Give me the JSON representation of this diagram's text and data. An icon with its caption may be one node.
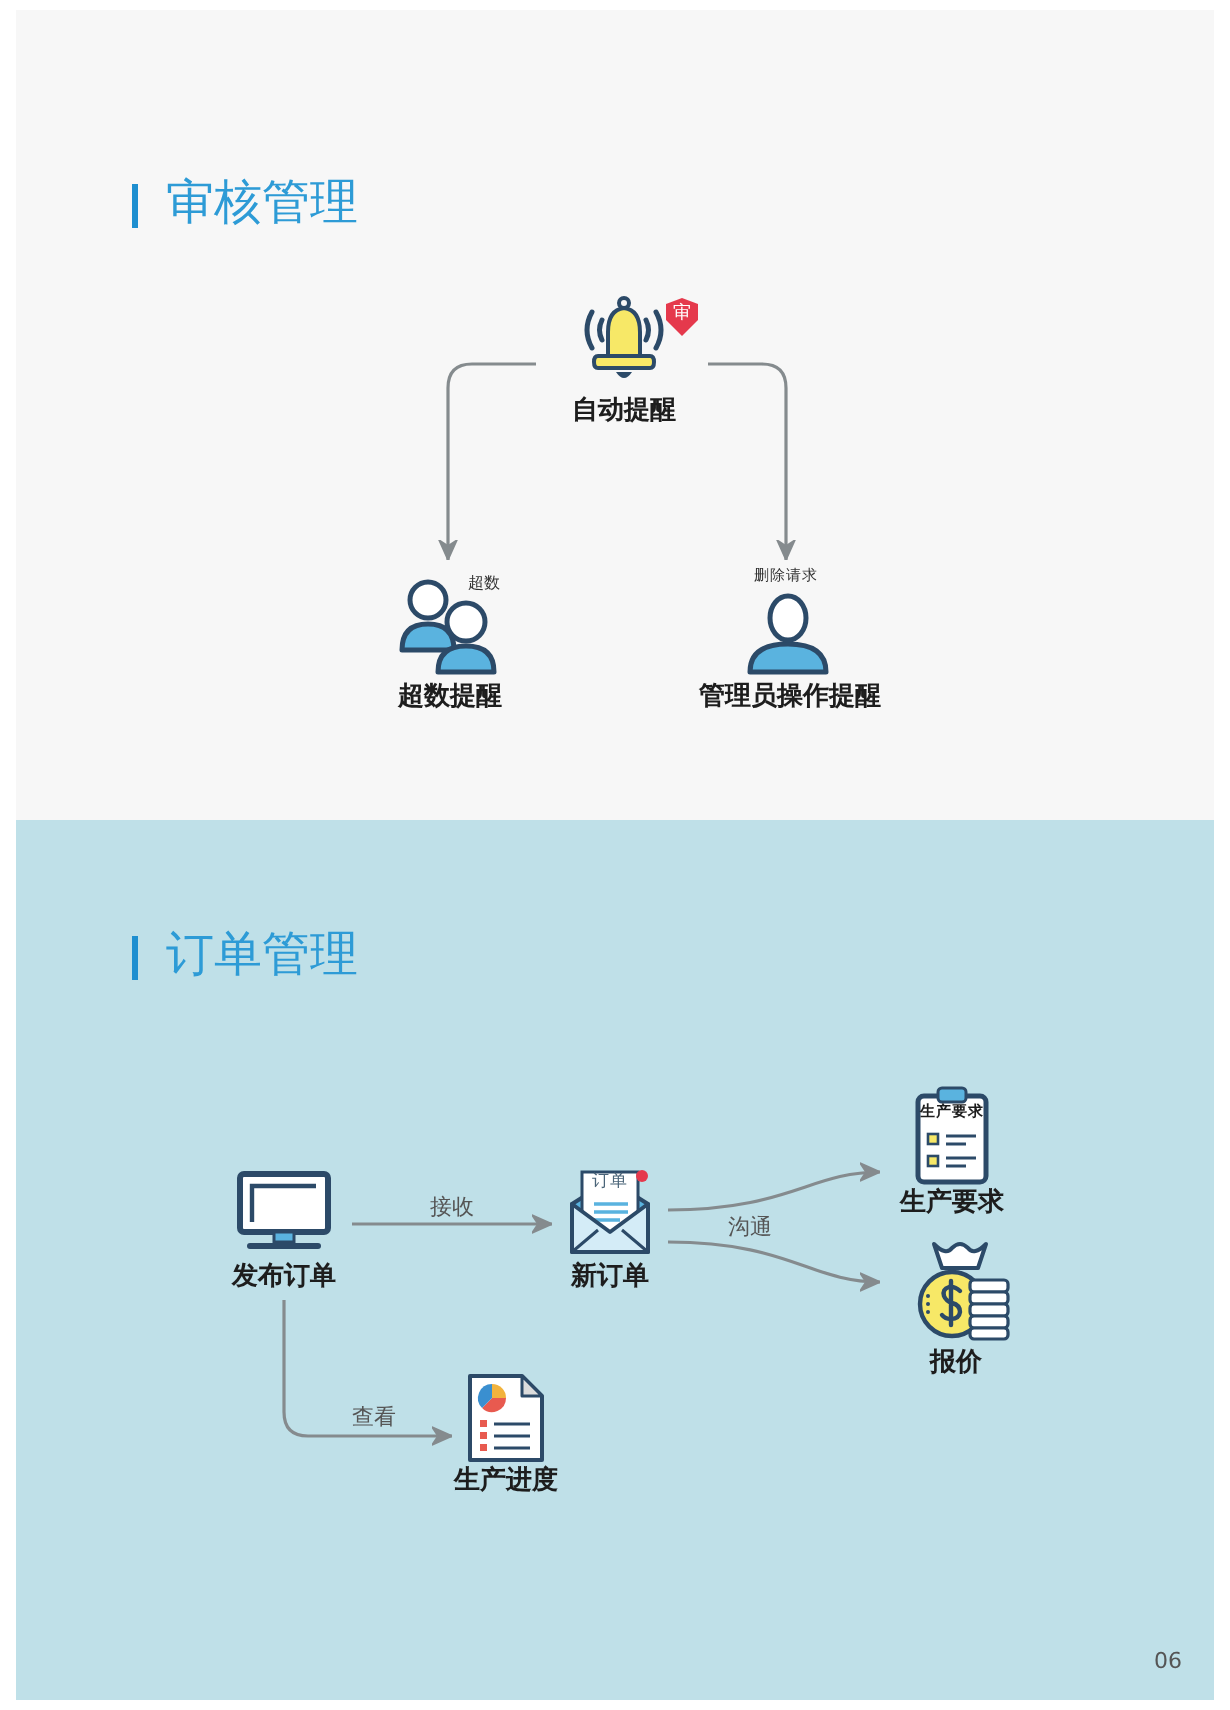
{
  "diagram": {
    "nodes": [
      {
        "text": [
          "审核管理"
        ]
      },
      {
        "text": [
          "审",
          "自动提醒"
        ],
        "in": 0
      },
      {
        "text": [
          "超数",
          "超数提醒"
        ],
        "in": 0
      },
      {
        "text": [
          "删除请求",
          "管理员操作提醒"
        ],
        "in": 0
      },
      {
        "text": [
          "订单管理"
        ]
      },
      {
        "text": [
          "发布订单"
        ],
        "in": 4
      },
      {
        "text": [
          "订单",
          "新订单"
        ],
        "in": 4
      },
      {
        "text": [
          "生产要求",
          "生产要求"
        ],
        "in": 4
      },
      {
        "text": [
          "报价"
        ],
        "in": 4
      },
      {
        "text": [
          "生产进度"
        ],
        "in": 4
      }
    ],
    "edges": [
      {
        "from": 1,
        "to": 2,
        "arrow": "to"
      },
      {
        "from": 1,
        "to": 3,
        "arrow": "to"
      },
      {
        "from": 5,
        "to": 6,
        "arrow": "to",
        "label": "接收"
      },
      {
        "from": 6,
        "to": 7,
        "arrow": "to",
        "label": "沟通"
      },
      {
        "from": 6,
        "to": 8,
        "arrow": "to"
      },
      {
        "from": 5,
        "to": 9,
        "arrow": "to",
        "label": "查看"
      }
    ],
    "labels": [
      "06"
    ]
  }
}
